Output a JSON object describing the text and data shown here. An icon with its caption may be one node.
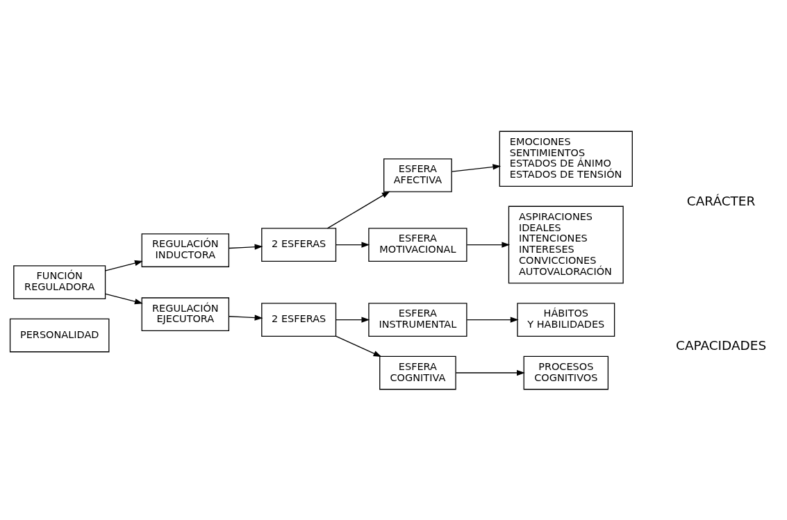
{
  "diagram": {
    "nodes": [
      {
        "text": [
          "PERSONALIDAD"
        ]
      },
      {
        "text": [
          "FUNCIÓN REGULADORA"
        ]
      },
      {
        "text": [
          "REGULACIÓN INDUCTORA"
        ]
      },
      {
        "text": [
          "ESFERA AFECTIVA"
        ]
      },
      {
        "text": [
          "2 ESFERAS"
        ]
      },
      {
        "text": [
          "EMOCIONES SENTIMIENTOS ESTADOS DE ÁNIMO ESTADOS DE TENSIÓN"
        ]
      },
      {
        "text": [
          "ESFERA MOTIVACIONAL"
        ]
      },
      {
        "text": [
          "ASPIRACIONES IDEALES INTENCIONES INTERESES CONVICCIONES AUTOVALORACIÓN"
        ]
      },
      {
        "text": [
          "ESFERA INSTRUMENTAL"
        ]
      },
      {
        "text": [
          "HÁBITOS Y HABILIDADES"
        ]
      },
      {
        "text": [
          "REGULACIÓN EJECUTORA"
        ]
      },
      {
        "text": [
          "2 ESFERAS"
        ]
      },
      {
        "text": [
          "ESFERA COGNITIVA"
        ]
      },
      {
        "text": [
          "PROCESOS COGNITIVOS"
        ]
      }
    ],
    "edges": [
      {
        "from": 1,
        "to": 2,
        "arrow": "to"
      },
      {
        "from": 1,
        "to": 10,
        "arrow": "to"
      },
      {
        "from": 2,
        "to": 4,
        "arrow": "to"
      },
      {
        "from": 4,
        "to": 3,
        "arrow": "to"
      },
      {
        "from": 4,
        "to": 6,
        "arrow": "to"
      },
      {
        "from": 3,
        "to": 5,
        "arrow": "to"
      },
      {
        "from": 6,
        "to": 7,
        "arrow": "to"
      },
      {
        "from": 10,
        "to": 11,
        "arrow": "to"
      },
      {
        "from": 11,
        "to": 8,
        "arrow": "to"
      },
      {
        "from": 11,
        "to": 12,
        "arrow": "to"
      },
      {
        "from": 8,
        "to": 9,
        "arrow": "to"
      },
      {
        "from": 12,
        "to": 13,
        "arrow": "to"
      }
    ],
    "labels": [
      "CARÁCTER",
      "CAPACIDADES"
    ]
  }
}
